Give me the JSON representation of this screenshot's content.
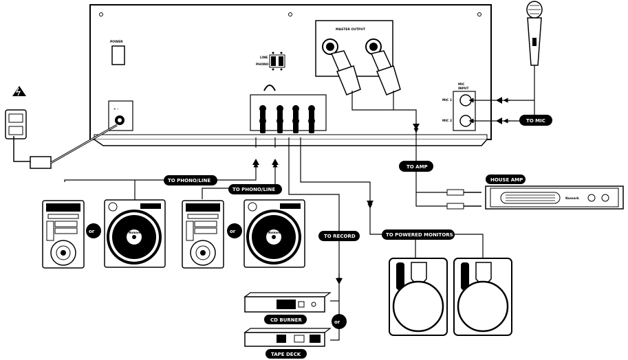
{
  "mixer": {
    "power_label": "POWER",
    "master_output_label": "MASTER OUTPUT",
    "mic_input_label": "MIC\nINPUT",
    "mic1_label": "MIC 1",
    "mic2_label": "MIC 2",
    "line_label": "LINE",
    "phono_label": "PHONO"
  },
  "labels": {
    "to_mic": "TO MIC",
    "to_amp": "TO AMP",
    "house_amp": "HOUSE AMP",
    "amp_brand": "Numark",
    "to_phono_line_1": "TO PHONO/LINE",
    "to_phono_line_2": "TO PHONO/LINE",
    "or_1": "or",
    "or_2": "or",
    "or_3": "or",
    "to_record": "TO RECORD",
    "to_powered_monitors": "TO POWERED MONITORS",
    "cd_burner": "CD BURNER",
    "tape_deck": "TAPE DECK",
    "turntable_brand_1": "Numark",
    "turntable_brand_2": "Numark"
  },
  "icons": [
    "power-outlet-icon",
    "high-voltage-icon",
    "microphone-icon",
    "xlr-plug-icon",
    "rca-plug-icon",
    "quarter-inch-plug-icon",
    "cd-player-icon",
    "turntable-icon",
    "speaker-icon",
    "cd-burner-icon",
    "tape-deck-icon"
  ]
}
